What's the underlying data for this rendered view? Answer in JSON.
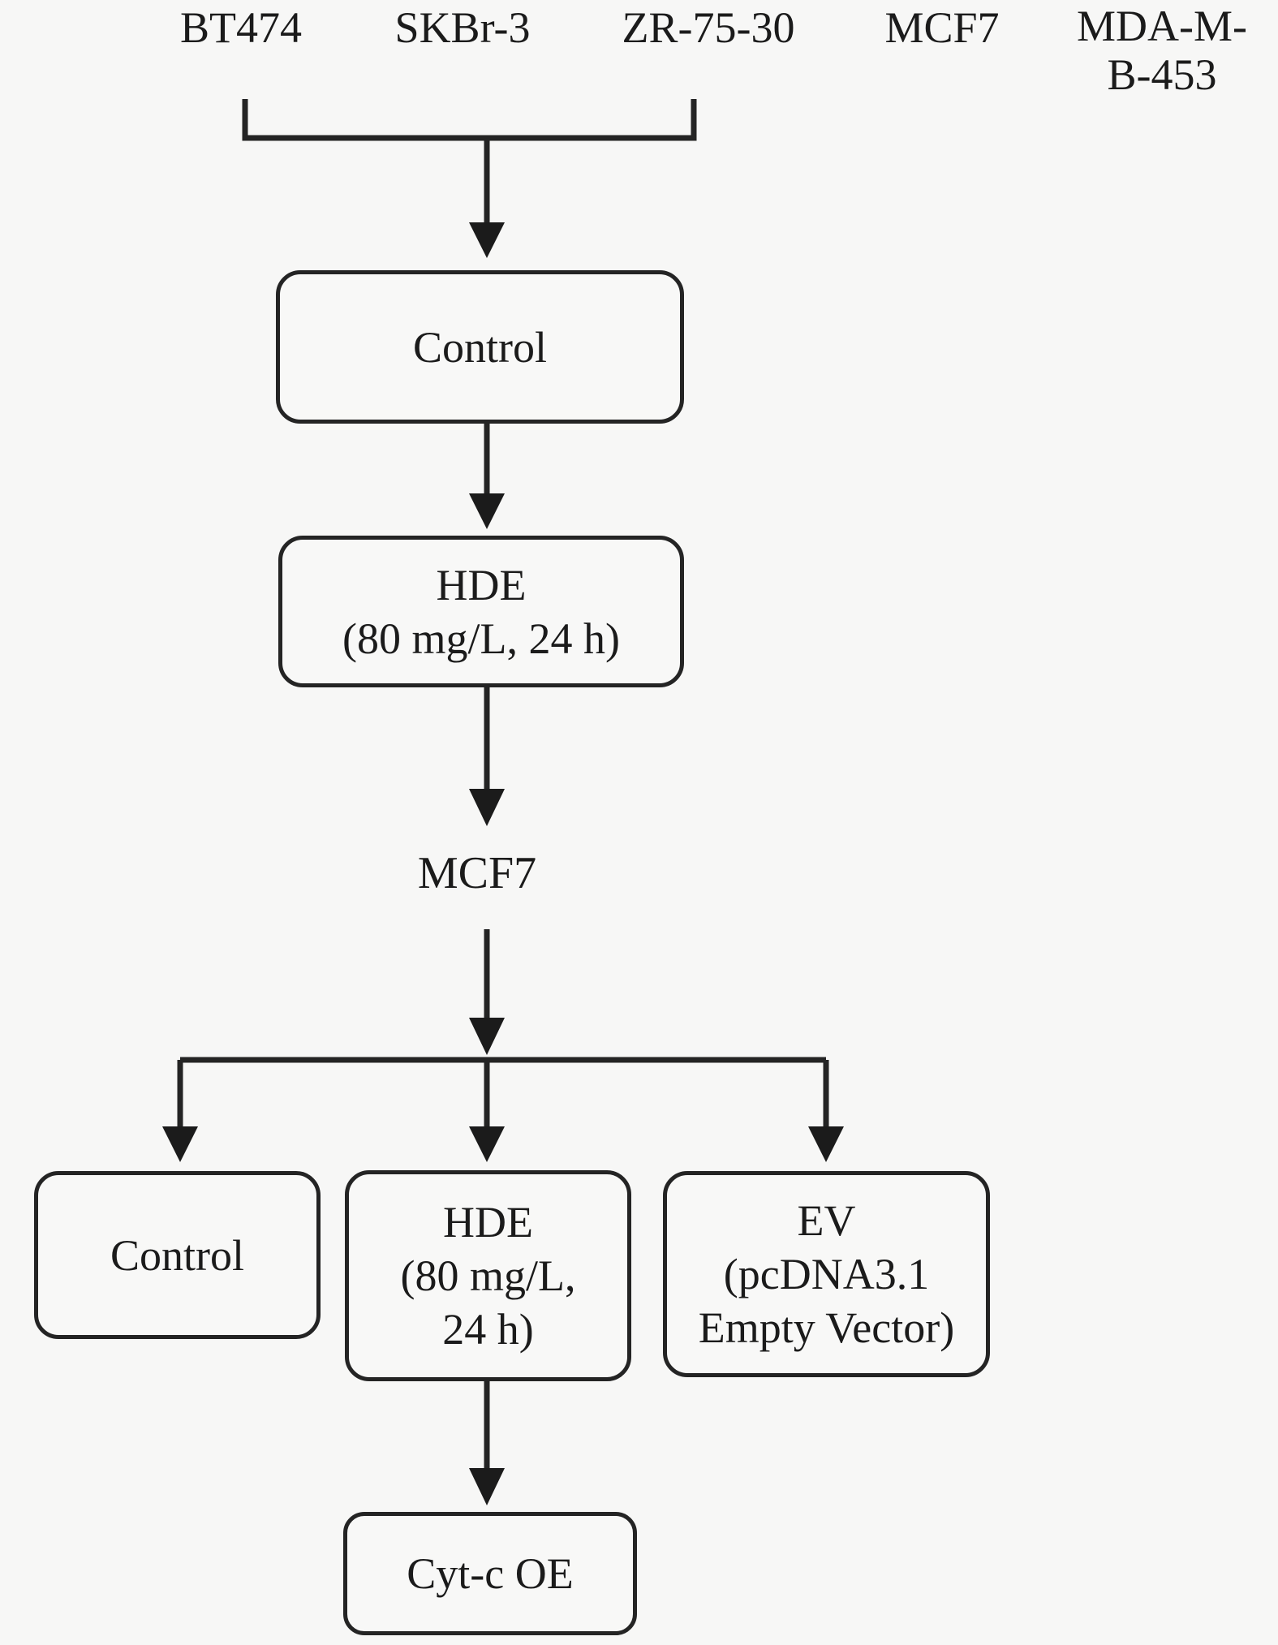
{
  "colors": {
    "background": "#f7f7f6",
    "line": "#242424",
    "text": "#1b1b1b",
    "box_fill": "#f8f8f7"
  },
  "cell_lines": {
    "bt474": "BT474",
    "skbr3": "SKBr-3",
    "zr75_30": "ZR-75-30",
    "mcf7": "MCF7",
    "mda_mb_453": {
      "line1": "MDA-M-",
      "line2": "B-453"
    }
  },
  "nodes": {
    "control_top": {
      "label": "Control"
    },
    "hde_top": {
      "line1": "HDE",
      "line2": "(80 mg/L, 24 h)"
    },
    "mcf7": {
      "label": "MCF7"
    },
    "control_bottom": {
      "label": "Control"
    },
    "hde_bottom": {
      "line1": "HDE",
      "line2": "(80 mg/L,",
      "line3": "24 h)"
    },
    "empty_vector": {
      "line1": "EV",
      "line2": "(pcDNA3.1",
      "line3": "Empty Vector)"
    },
    "cytc_oe": {
      "label": "Cyt-c OE"
    }
  }
}
